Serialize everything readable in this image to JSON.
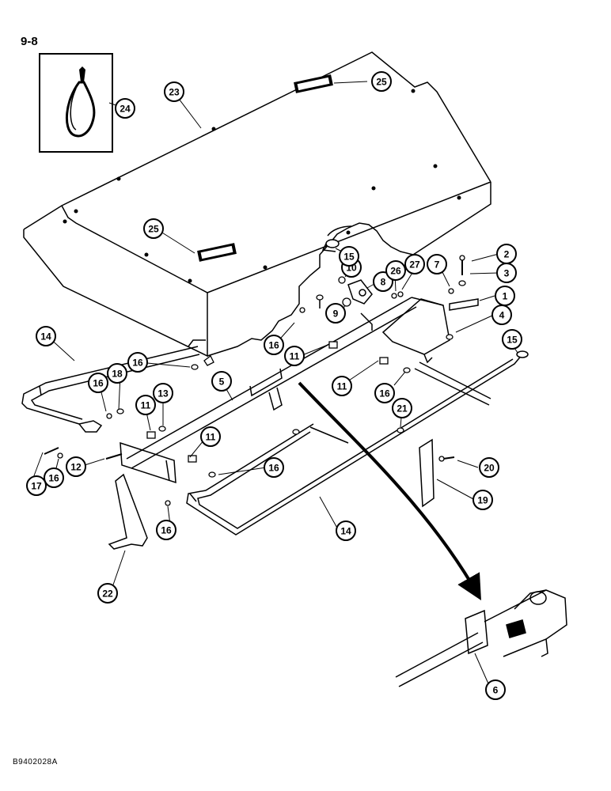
{
  "page": {
    "page_number": "9-8",
    "figure_code": "B9402028A"
  },
  "callouts": [
    {
      "id": "c1",
      "label": "1"
    },
    {
      "id": "c2",
      "label": "2"
    },
    {
      "id": "c3",
      "label": "3"
    },
    {
      "id": "c4",
      "label": "4"
    },
    {
      "id": "c5",
      "label": "5"
    },
    {
      "id": "c6",
      "label": "6"
    },
    {
      "id": "c7",
      "label": "7"
    },
    {
      "id": "c8",
      "label": "8"
    },
    {
      "id": "c9",
      "label": "9"
    },
    {
      "id": "c10",
      "label": "10"
    },
    {
      "id": "c11a",
      "label": "11"
    },
    {
      "id": "c11b",
      "label": "11"
    },
    {
      "id": "c11c",
      "label": "11"
    },
    {
      "id": "c11d",
      "label": "11"
    },
    {
      "id": "c12",
      "label": "12"
    },
    {
      "id": "c13",
      "label": "13"
    },
    {
      "id": "c14a",
      "label": "14"
    },
    {
      "id": "c14b",
      "label": "14"
    },
    {
      "id": "c15a",
      "label": "15"
    },
    {
      "id": "c15b",
      "label": "15"
    },
    {
      "id": "c16a",
      "label": "16"
    },
    {
      "id": "c16b",
      "label": "16"
    },
    {
      "id": "c16c",
      "label": "16"
    },
    {
      "id": "c16d",
      "label": "16"
    },
    {
      "id": "c16e",
      "label": "16"
    },
    {
      "id": "c16f",
      "label": "16"
    },
    {
      "id": "c16g",
      "label": "16"
    },
    {
      "id": "c17",
      "label": "17"
    },
    {
      "id": "c18",
      "label": "18"
    },
    {
      "id": "c19",
      "label": "19"
    },
    {
      "id": "c20",
      "label": "20"
    },
    {
      "id": "c21",
      "label": "21"
    },
    {
      "id": "c22",
      "label": "22"
    },
    {
      "id": "c23",
      "label": "23"
    },
    {
      "id": "c24",
      "label": "24"
    },
    {
      "id": "c25a",
      "label": "25"
    },
    {
      "id": "c25b",
      "label": "25"
    },
    {
      "id": "c26",
      "label": "26"
    },
    {
      "id": "c27",
      "label": "27"
    }
  ]
}
